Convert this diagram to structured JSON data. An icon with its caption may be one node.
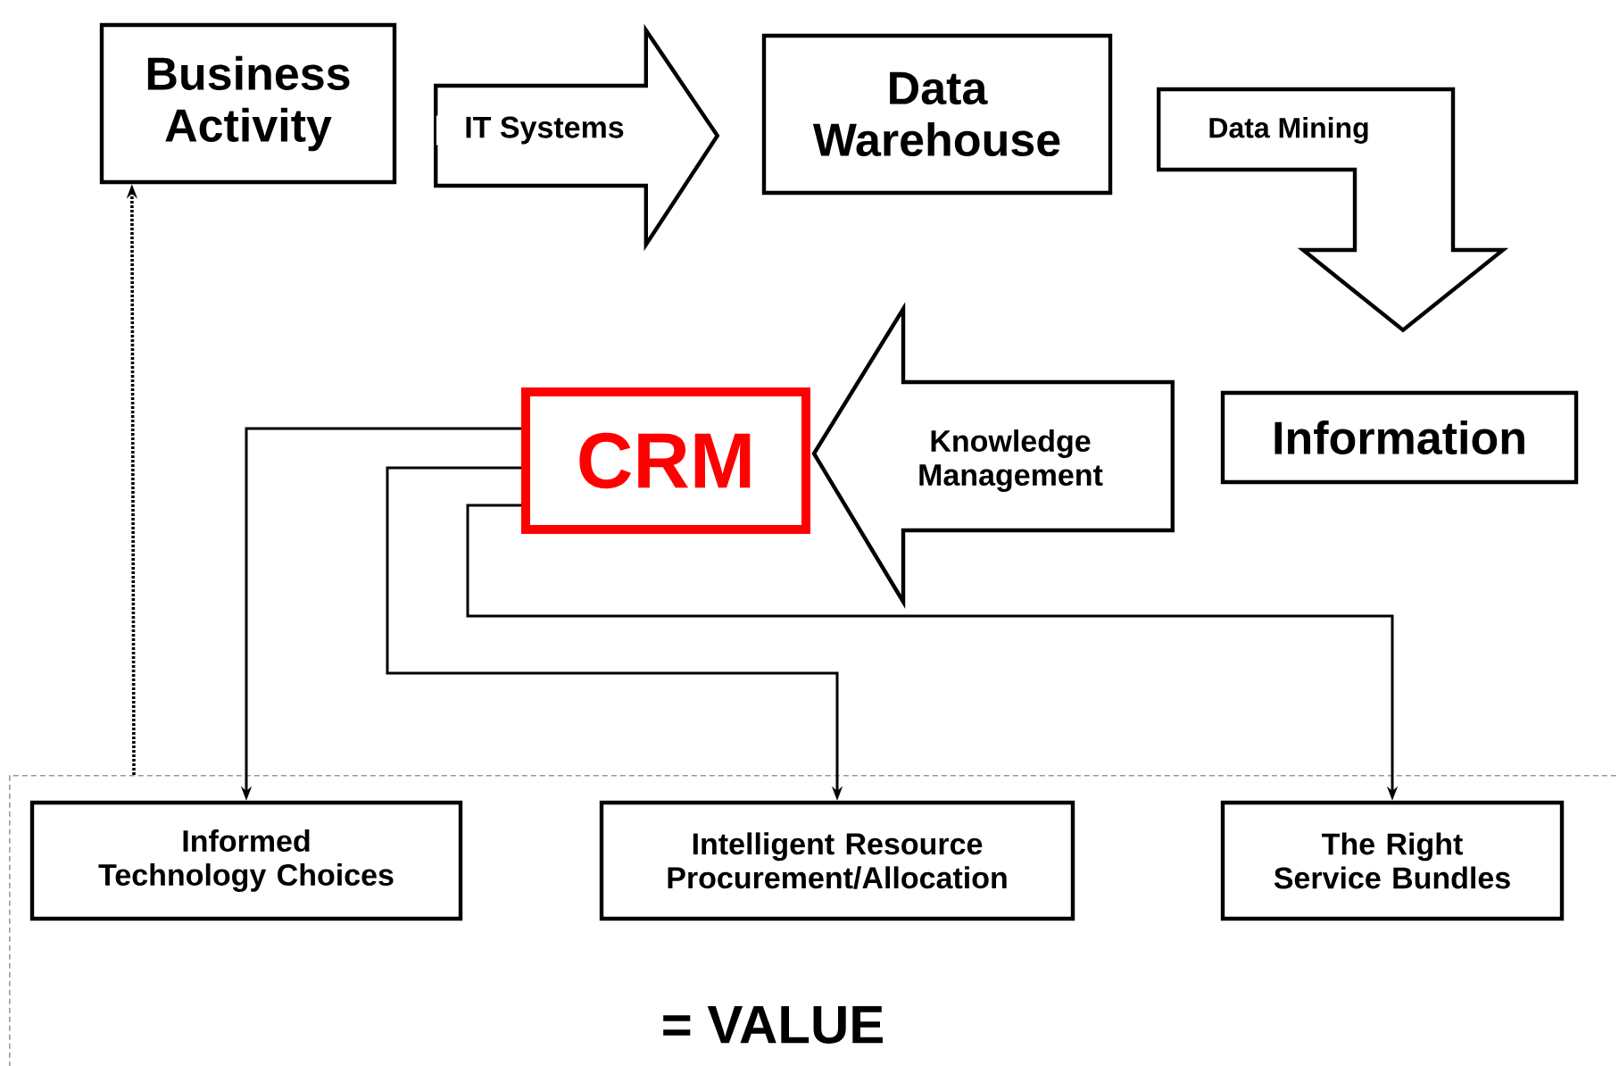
{
  "diagram": {
    "nodes": [
      {
        "text": [
          "Business Activity"
        ]
      },
      {
        "text": [
          "Data Warehouse"
        ]
      },
      {
        "text": [
          "Information"
        ]
      },
      {
        "text": [
          "CRM"
        ]
      },
      {
        "text": [
          "= VALUE"
        ]
      },
      {
        "text": [
          "Informed Technology Choices"
        ],
        "in": 4
      },
      {
        "text": [
          "Intelligent Resource Procurement/Allocation"
        ],
        "in": 4
      },
      {
        "text": [
          "The Right Service Bundles"
        ],
        "in": 4
      }
    ],
    "edges": [
      {
        "from": 0,
        "to": 1,
        "arrow": "to",
        "label": "IT Systems"
      },
      {
        "from": 1,
        "to": 2,
        "arrow": "to",
        "label": "Data Mining"
      },
      {
        "from": 2,
        "to": 3,
        "arrow": "to",
        "label": "Knowledge Management"
      },
      {
        "from": 3,
        "to": 5,
        "arrow": "to"
      },
      {
        "from": 3,
        "to": 6,
        "arrow": "to"
      },
      {
        "from": 3,
        "to": 7,
        "arrow": "to"
      },
      {
        "from": 4,
        "to": 0,
        "arrow": "to",
        "style": "dashed"
      }
    ]
  }
}
